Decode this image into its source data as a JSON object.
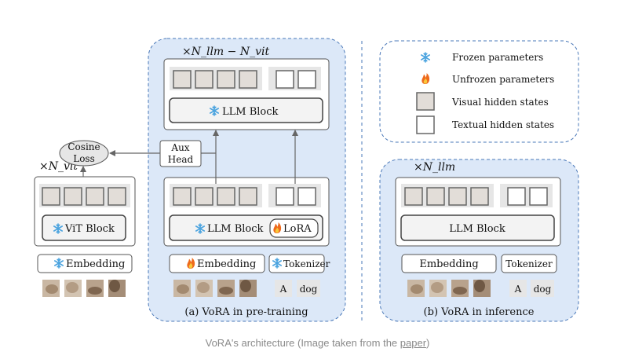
{
  "pretrain": {
    "repeat_label": "×N_llm − N_vit",
    "top_llm_label": "LLM Block",
    "bottom_llm_label": "LLM Block",
    "lora_label": "LoRA",
    "aux_head_line1": "Aux",
    "aux_head_line2": "Head",
    "embedding_label": "Embedding",
    "tokenizer_label": "Tokenizer",
    "token_a": "A",
    "token_dog": "dog",
    "caption": "(a) VoRA in pre-training"
  },
  "vit": {
    "repeat_label": "×N_vit",
    "block_label": "ViT Block",
    "embedding_label": "Embedding",
    "loss_line1": "Cosine",
    "loss_line2": "Loss"
  },
  "legend": {
    "frozen": "Frozen parameters",
    "unfrozen": "Unfrozen parameters",
    "visual": "Visual hidden states",
    "textual": "Textual hidden states"
  },
  "inference": {
    "repeat_label": "×N_llm",
    "llm_label": "LLM Block",
    "embedding_label": "Embedding",
    "tokenizer_label": "Tokenizer",
    "token_a": "A",
    "token_dog": "dog",
    "caption": "(b) VoRA in inference"
  },
  "caption": {
    "prefix": "VoRA's architecture (Image taken from the ",
    "link": "paper",
    "suffix": ")"
  },
  "colors": {
    "panel_fill": "#dce8f8",
    "panel_border": "#4a78b8",
    "visual_state": "#e2ddd8",
    "block_fill": "#f3f3f3",
    "snow": "#4aa3df",
    "fire": "#e8641e"
  }
}
